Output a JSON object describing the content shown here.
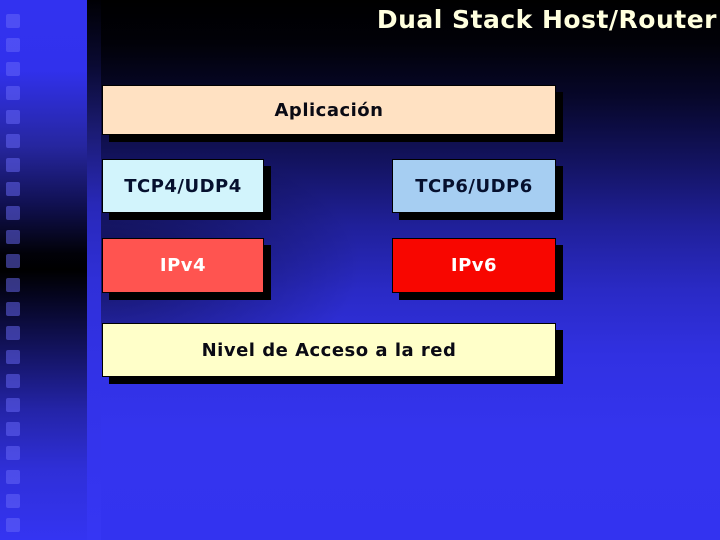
{
  "slide": {
    "title": "Dual Stack Host/Router",
    "title_color": "#FFFFDE"
  },
  "boxes": {
    "aplicacion": {
      "label": "Aplicación",
      "bg": "#FFE1C2",
      "fg": "#0A0A14"
    },
    "tcp4": {
      "label": "TCP4/UDP4",
      "bg": "#D2F4FC",
      "fg": "#06102E"
    },
    "tcp6": {
      "label": "TCP6/UDP6",
      "bg": "#A6CEF2",
      "fg": "#06102E"
    },
    "ipv4": {
      "label": "IPv4",
      "bg": "#FF5450",
      "fg": "#FFFFFF"
    },
    "ipv6": {
      "label": "IPv6",
      "bg": "#F80600",
      "fg": "#FFFFFF"
    },
    "nivel": {
      "label": "Nivel de Acceso a la red",
      "bg": "#FFFFC9",
      "fg": "#0A0A14"
    }
  },
  "theme": {
    "background_top": "#000000",
    "background_bottom": "#3333F0",
    "sidebar_blue": "#3232EE",
    "box_shadow": "#000000",
    "filmstrip_square": "#6969FA"
  }
}
